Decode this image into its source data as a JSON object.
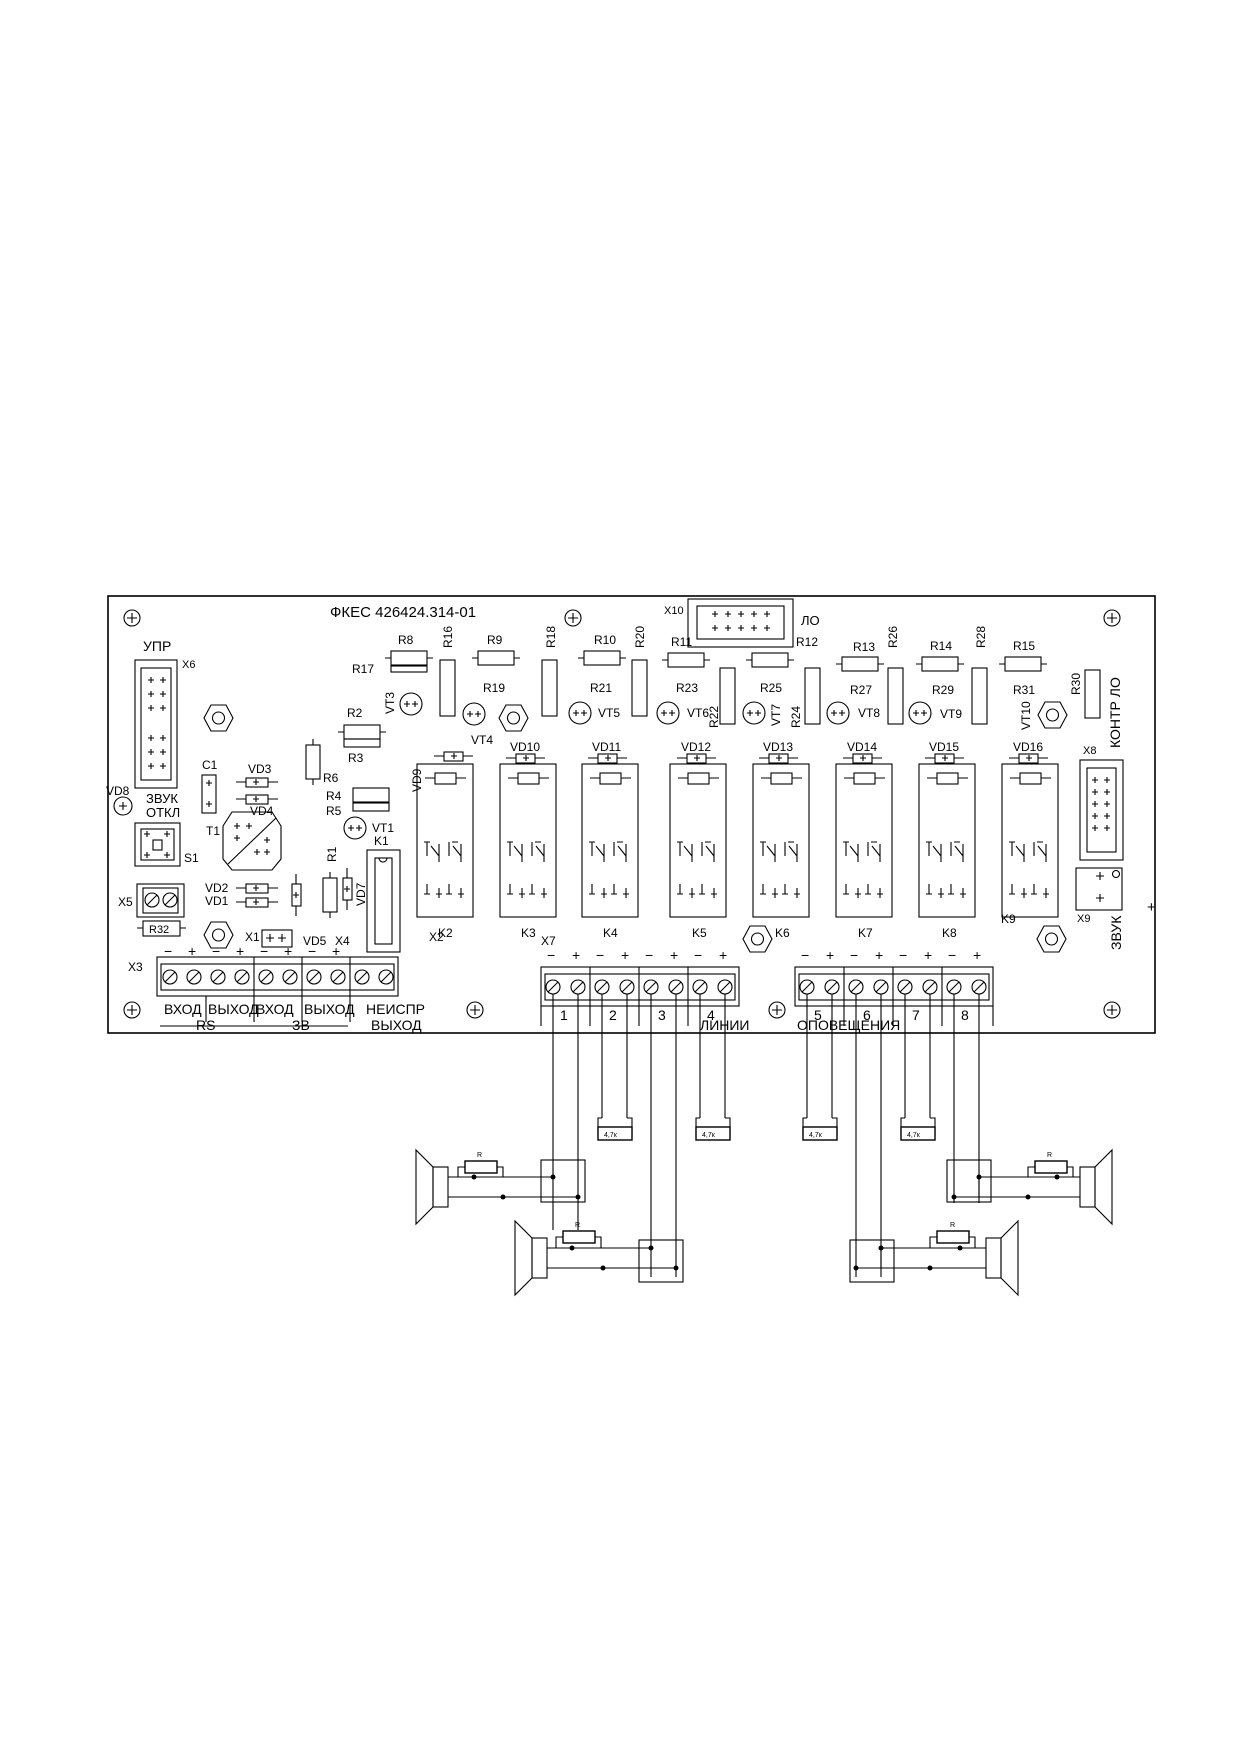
{
  "board": {
    "designation": "ФКЕС 426424.314-01",
    "labels": {
      "upr": "УПР",
      "x6": "X6",
      "x10": "X10",
      "lo": "ЛО",
      "kontr_lo": "КОНТР ЛО",
      "x8": "X8",
      "zvuk_otkl_1": "ЗВУК",
      "zvuk_otkl_2": "ОТКЛ",
      "zvuk": "ЗВУК",
      "vd8": "VD8",
      "s1": "S1",
      "x5": "X5",
      "r32": "R32",
      "x1": "X1",
      "vd5": "VD5",
      "x4": "X4",
      "x2": "X2",
      "x7": "X7",
      "x3": "X3",
      "x9": "X9",
      "c1": "C1",
      "t1": "T1",
      "vd3": "VD3",
      "vd4": "VD4",
      "vd2": "VD2",
      "vd1": "VD1",
      "r1": "R1",
      "vd7": "VD7",
      "k1": "K1",
      "r2": "R2",
      "r3": "R3",
      "r6": "R6",
      "r4": "R4",
      "r5": "R5",
      "vt1": "VT1",
      "r30": "R30",
      "plus": "+",
      "minus": "−"
    },
    "top_resistors": [
      {
        "a": "R8",
        "b": "R17",
        "v": "R16",
        "vt": "VT3"
      },
      {
        "a": "R9",
        "b": "R19",
        "v": "R18",
        "vt": "VT4"
      },
      {
        "a": "R10",
        "b": "R21",
        "v": "R20",
        "vt": "VT5"
      },
      {
        "a": "R11",
        "b": "R23",
        "v": "R22",
        "vt": "VT6"
      },
      {
        "a": "R12",
        "b": "R25",
        "v": "R24",
        "vt": "VT7"
      },
      {
        "a": "R13",
        "b": "R27",
        "v": "R26",
        "vt": "VT8"
      },
      {
        "a": "R14",
        "b": "R29",
        "v": "R28",
        "vt": "VT9"
      },
      {
        "a": "R15",
        "b": "R31",
        "v": "R30",
        "vt": "VT10"
      }
    ],
    "relays": [
      {
        "vd": "VD9",
        "k": "K2"
      },
      {
        "vd": "VD10",
        "k": "K3"
      },
      {
        "vd": "VD11",
        "k": "K4"
      },
      {
        "vd": "VD12",
        "k": "K5"
      },
      {
        "vd": "VD13",
        "k": "K6"
      },
      {
        "vd": "VD14",
        "k": "K7"
      },
      {
        "vd": "VD15",
        "k": "K8"
      },
      {
        "vd": "VD16",
        "k": "K9"
      }
    ],
    "x3_labels": [
      "ВХОД",
      "ВЫХОД",
      "ВХОД",
      "ВЫХОД",
      "НЕИСПР"
    ],
    "x3_groups": [
      "RS",
      "ЗВ",
      "ВЫХОД"
    ],
    "lines_caption_1": "ЛИНИИ",
    "lines_caption_2": "ОПОВЕЩЕНИЯ",
    "line_numbers": [
      "1",
      "2",
      "3",
      "4",
      "5",
      "6",
      "7",
      "8"
    ]
  },
  "wiring": {
    "eol_resistor": "4,7к",
    "speaker_resistor": "R"
  }
}
